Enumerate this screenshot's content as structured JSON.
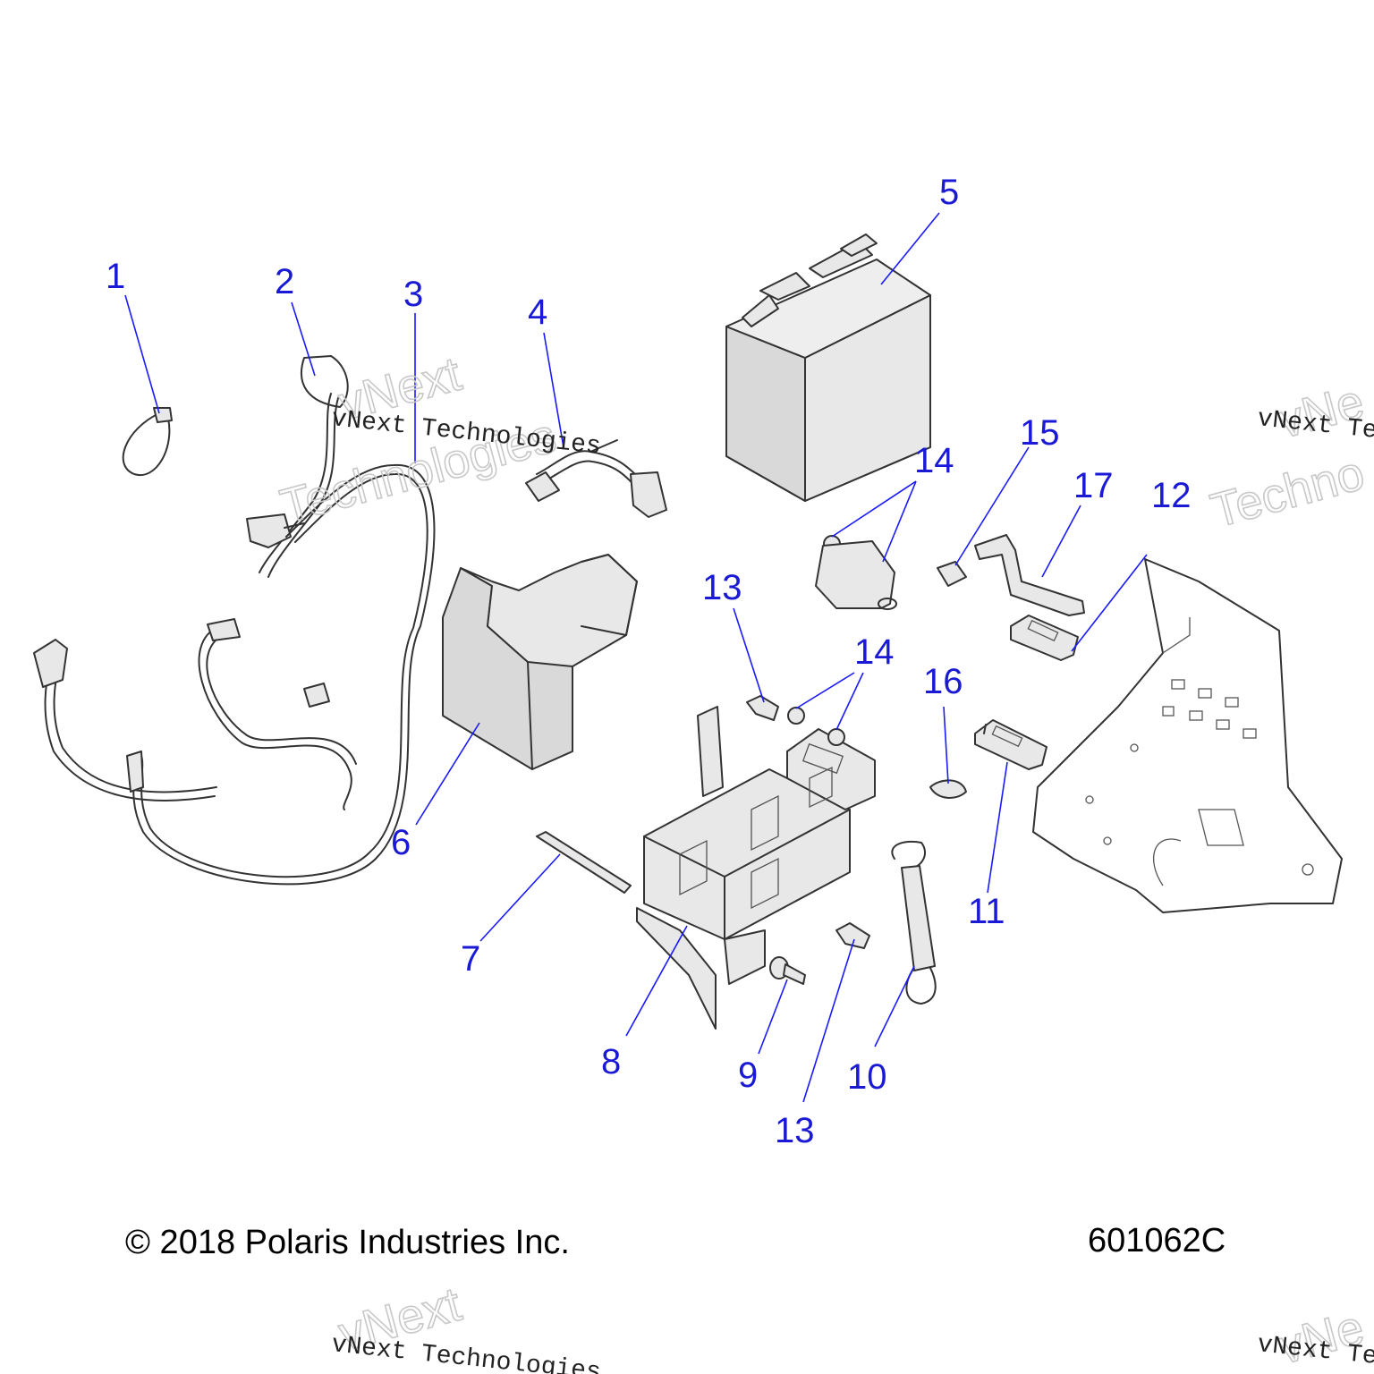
{
  "callouts": [
    {
      "id": "c1",
      "label": "1"
    },
    {
      "id": "c2",
      "label": "2"
    },
    {
      "id": "c3",
      "label": "3"
    },
    {
      "id": "c4",
      "label": "4"
    },
    {
      "id": "c5",
      "label": "5"
    },
    {
      "id": "c6",
      "label": "6"
    },
    {
      "id": "c7",
      "label": "7"
    },
    {
      "id": "c8",
      "label": "8"
    },
    {
      "id": "c9",
      "label": "9"
    },
    {
      "id": "c10",
      "label": "10"
    },
    {
      "id": "c11",
      "label": "11"
    },
    {
      "id": "c12",
      "label": "12"
    },
    {
      "id": "c13a",
      "label": "13"
    },
    {
      "id": "c13b",
      "label": "13"
    },
    {
      "id": "c14a",
      "label": "14"
    },
    {
      "id": "c14b",
      "label": "14"
    },
    {
      "id": "c15",
      "label": "15"
    },
    {
      "id": "c16",
      "label": "16"
    },
    {
      "id": "c17",
      "label": "17"
    }
  ],
  "watermark": {
    "mono_text": "vNext Technologies",
    "outline_word_1": "vNext",
    "outline_word_2": "Technologies",
    "mono_text_cut_right": "vNext Te",
    "outline_word_1_cut": "vNe",
    "outline_word_2_cut": "Techno"
  },
  "footer": {
    "copyright": "© 2018 Polaris Industries Inc.",
    "diagram_id": "601062C"
  },
  "colors": {
    "callout": "#1a1ad6",
    "leader": "#1a1aff",
    "line_art": "#333333"
  }
}
